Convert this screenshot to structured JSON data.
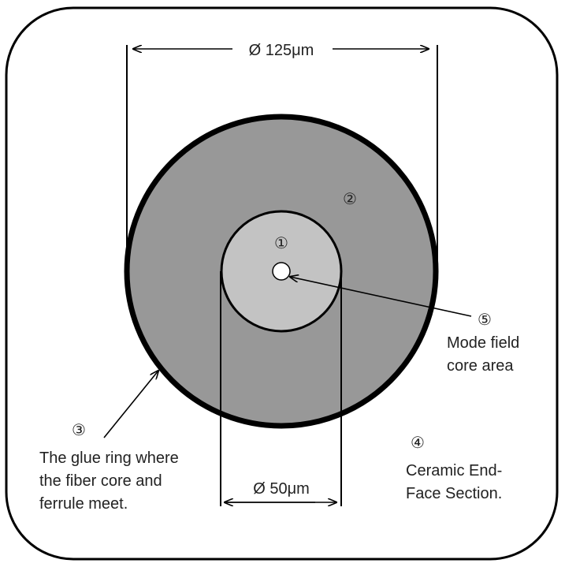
{
  "dimensions": {
    "outer": "Ø 125μm",
    "inner": "Ø 50μm"
  },
  "markers": {
    "one": "①",
    "two": "②",
    "three": "③",
    "four": "④",
    "five": "⑤"
  },
  "labels": {
    "mode_field": [
      "Mode field",
      "core area"
    ],
    "glue_ring": [
      "The glue ring where",
      "the fiber core and",
      "ferrule meet."
    ],
    "end_face": [
      "Ceramic End-",
      "Face Section."
    ]
  },
  "colors": {
    "frame": "#000000",
    "outer_fill": "#989898",
    "core_fill": "#c3c3c3",
    "mode_field_fill": "#ffffff",
    "line": "#000000",
    "text": "#222222"
  }
}
